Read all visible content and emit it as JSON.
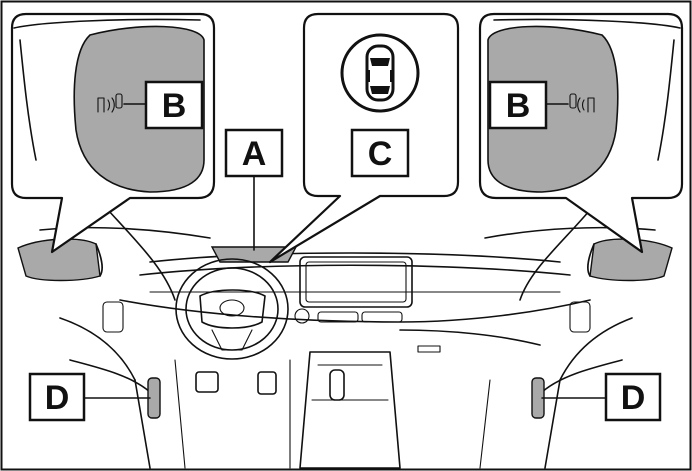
{
  "callouts": {
    "a": "A",
    "b_left": "B",
    "b_right": "B",
    "c": "C",
    "d_left": "D",
    "d_right": "D"
  },
  "colors": {
    "line": "#111111",
    "glass_fill": "#a9a9a9",
    "background": "#ffffff"
  }
}
